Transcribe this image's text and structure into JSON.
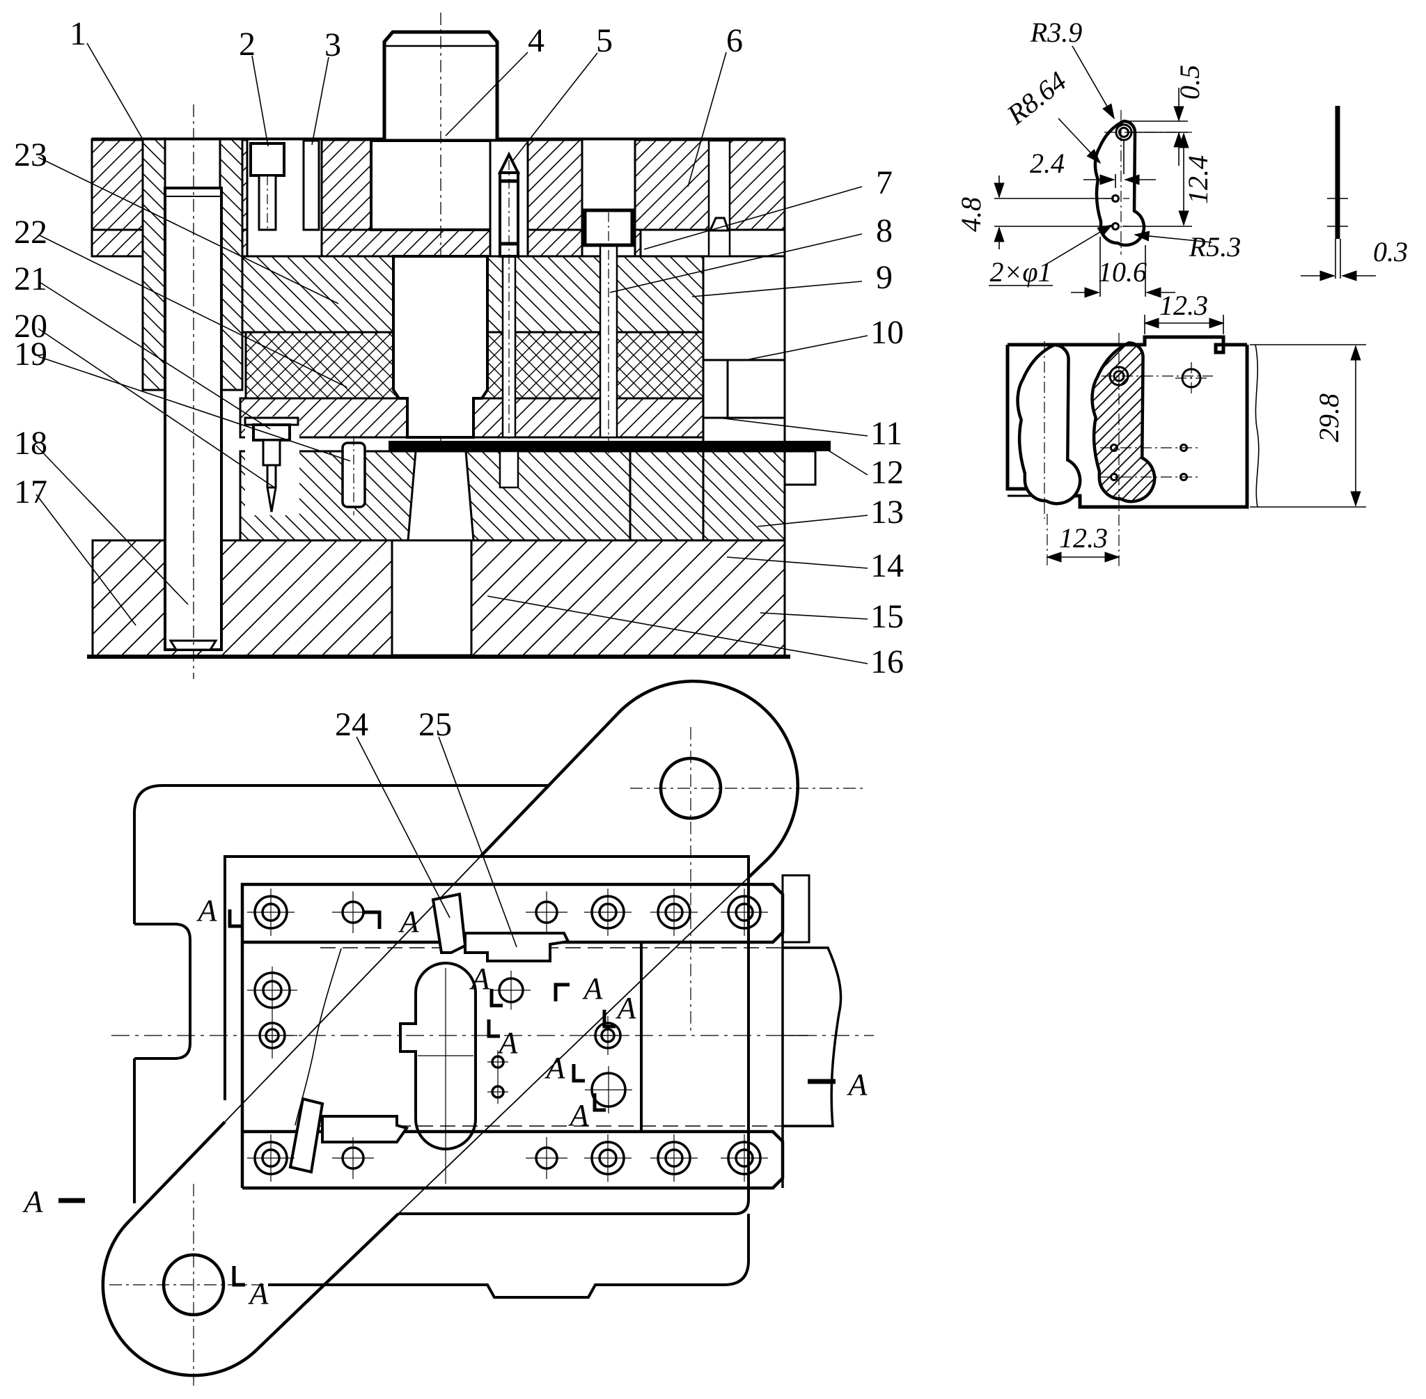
{
  "drawing_type": "stamping-die-assembly-engineering-drawing",
  "callouts": {
    "c1": "1",
    "c2": "2",
    "c3": "3",
    "c4": "4",
    "c5": "5",
    "c6": "6",
    "c7": "7",
    "c8": "8",
    "c9": "9",
    "c10": "10",
    "c11": "11",
    "c12": "12",
    "c13": "13",
    "c14": "14",
    "c15": "15",
    "c16": "16",
    "c17": "17",
    "c18": "18",
    "c19": "19",
    "c20": "20",
    "c21": "21",
    "c22": "22",
    "c23": "23",
    "c24": "24",
    "c25": "25"
  },
  "dims": {
    "r39": "R3.9",
    "r864": "R8.64",
    "d05": "0.5",
    "d124": "12.4",
    "d24": "2.4",
    "d48": "4.8",
    "r53": "R5.3",
    "nholes": "2×φ1",
    "d106": "10.6",
    "d03": "0.3",
    "d123top": "12.3",
    "d298": "29.8",
    "d123bot": "12.3"
  },
  "marks": {
    "section": "A"
  },
  "colors": {
    "line": "#000000",
    "background": "#ffffff"
  }
}
